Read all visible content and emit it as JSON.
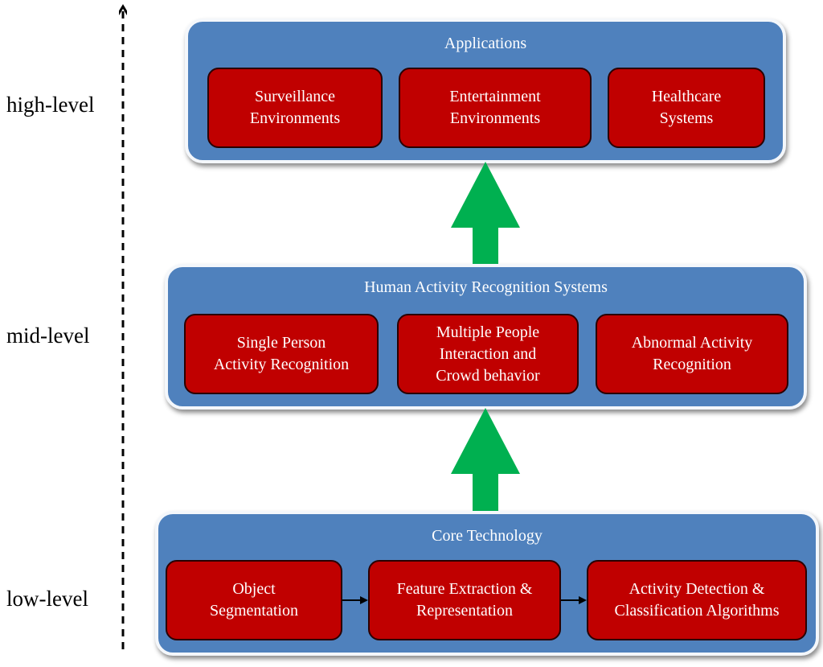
{
  "levels": {
    "high": "high-level",
    "mid": "mid-level",
    "low": "low-level"
  },
  "applications": {
    "title": "Applications",
    "items": [
      {
        "line1": "Surveillance",
        "line2": "Environments"
      },
      {
        "line1": "Entertainment",
        "line2": "Environments"
      },
      {
        "line1": "Healthcare",
        "line2": "Systems"
      }
    ]
  },
  "har_systems": {
    "title": "Human Activity Recognition Systems",
    "items": [
      {
        "line1": "Single Person",
        "line2": "Activity Recognition"
      },
      {
        "line1": "Multiple People",
        "line2": "Interaction and",
        "line3": "Crowd behavior"
      },
      {
        "line1": "Abnormal Activity",
        "line2": "Recognition"
      }
    ]
  },
  "core_technology": {
    "title": "Core Technology",
    "items": [
      {
        "line1": "Object",
        "line2": "Segmentation"
      },
      {
        "line1": "Feature Extraction &",
        "line2": "Representation"
      },
      {
        "line1": "Activity Detection &",
        "line2": "Classification Algorithms"
      }
    ]
  },
  "colors": {
    "panel": "#4f81bd",
    "box": "#c00000",
    "arrow": "#00b050"
  }
}
